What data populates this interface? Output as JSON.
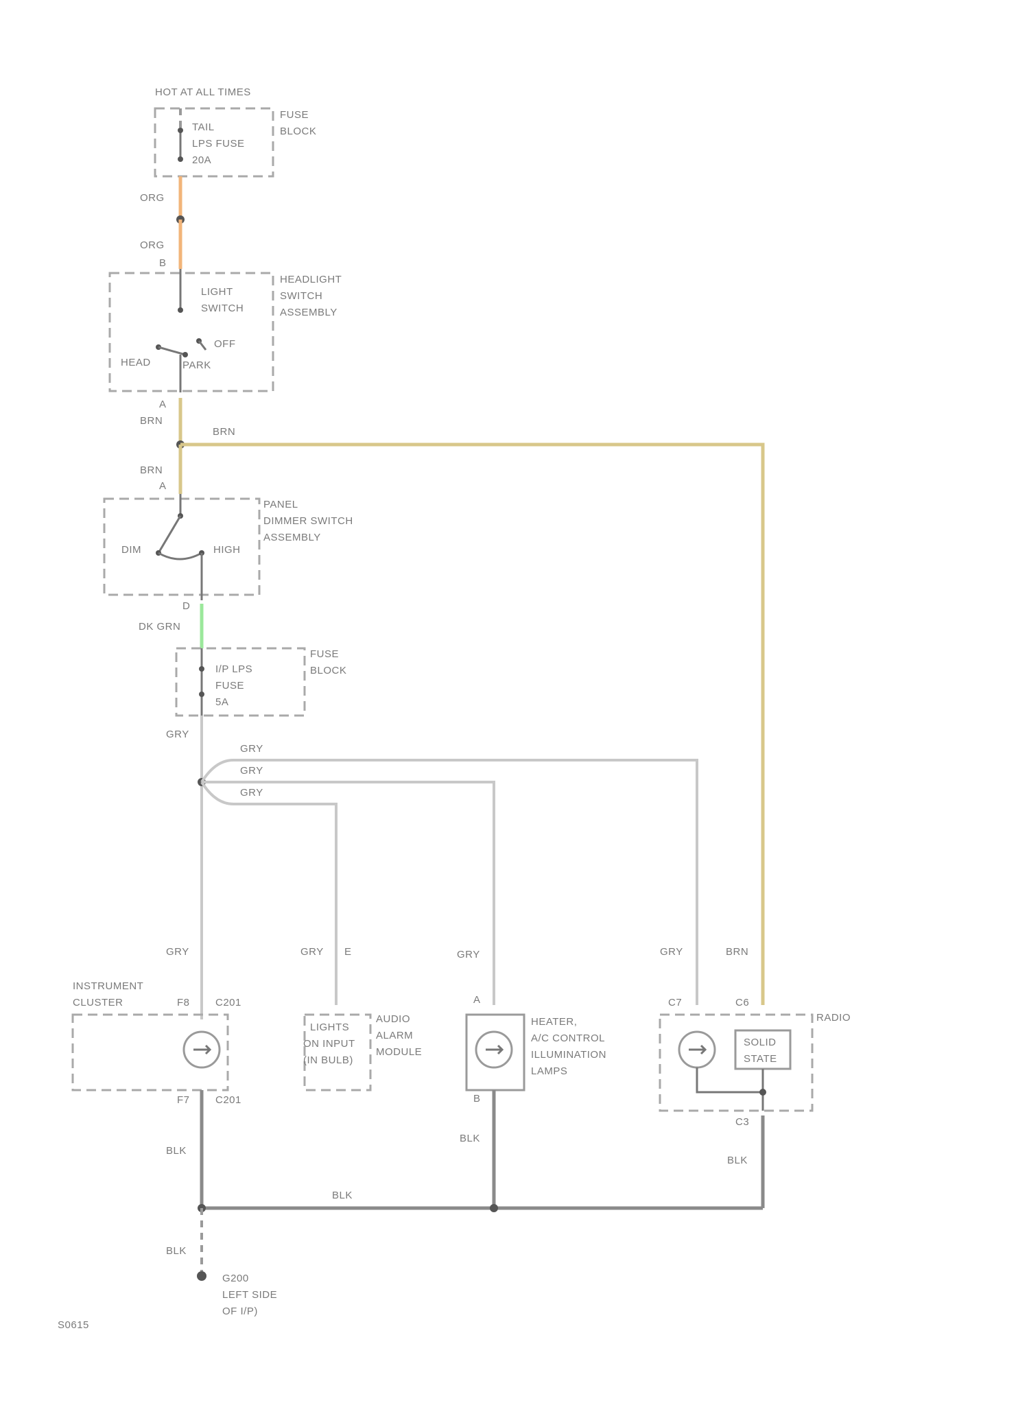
{
  "diagram": {
    "top_label": "HOT AT ALL TIMES",
    "fuse_block_top": {
      "fuse_lines": [
        "TAIL",
        "LPS FUSE",
        "20A"
      ],
      "name_lines": [
        "FUSE",
        "BLOCK"
      ]
    },
    "wire_org_1": "ORG",
    "wire_org_2": "ORG",
    "pin_b_headlight": "B",
    "headlight_switch": {
      "name_lines": [
        "HEADLIGHT",
        "SWITCH",
        "ASSEMBLY"
      ],
      "light_switch_lines": [
        "LIGHT",
        "SWITCH"
      ],
      "off": "OFF",
      "head": "HEAD",
      "park": "PARK"
    },
    "pin_a_headlight": "A",
    "wire_brn_1": "BRN",
    "wire_brn_top": "BRN",
    "wire_brn_2": "BRN",
    "pin_a_dimmer": "A",
    "dimmer": {
      "name_lines": [
        "PANEL",
        "DIMMER SWITCH",
        "ASSEMBLY"
      ],
      "dim": "DIM",
      "high": "HIGH"
    },
    "pin_d_dimmer": "D",
    "wire_dk_grn": "DK GRN",
    "fuse_block_ip": {
      "fuse_lines": [
        "I/P LPS",
        "FUSE",
        "5A"
      ],
      "name_lines": [
        "FUSE",
        "BLOCK"
      ]
    },
    "wire_gry_main": "GRY",
    "branch_labels": [
      "GRY",
      "GRY",
      "GRY"
    ],
    "cluster": {
      "name_lines": [
        "INSTRUMENT",
        "CLUSTER"
      ],
      "wire_in": "GRY",
      "pin_top": "F8",
      "conn_top": "C201",
      "pin_bottom": "F7",
      "conn_bottom": "C201",
      "wire_out": "BLK"
    },
    "audio_alarm": {
      "name_lines": [
        "AUDIO",
        "ALARM",
        "MODULE"
      ],
      "inner_lines": [
        "LIGHTS",
        "ON INPUT",
        "(IN BULB)"
      ],
      "wire_in": "GRY",
      "pin": "E"
    },
    "heater": {
      "name_lines": [
        "HEATER,",
        "A/C CONTROL",
        "ILLUMINATION",
        "LAMPS"
      ],
      "wire_in": "GRY",
      "pin_top": "A",
      "pin_bottom": "B",
      "wire_out": "BLK"
    },
    "radio": {
      "name": "RADIO",
      "wire_gry": "GRY",
      "wire_brn": "BRN",
      "pin_c7": "C7",
      "pin_c6": "C6",
      "solid_state_lines": [
        "SOLID",
        "STATE"
      ],
      "pin_c3": "C3",
      "wire_out": "BLK"
    },
    "ground_bus_label": "BLK",
    "ground_wire": "BLK",
    "ground": {
      "lines": [
        "G200",
        "LEFT SIDE",
        "OF I/P)"
      ]
    },
    "figure_id": "S0615"
  }
}
